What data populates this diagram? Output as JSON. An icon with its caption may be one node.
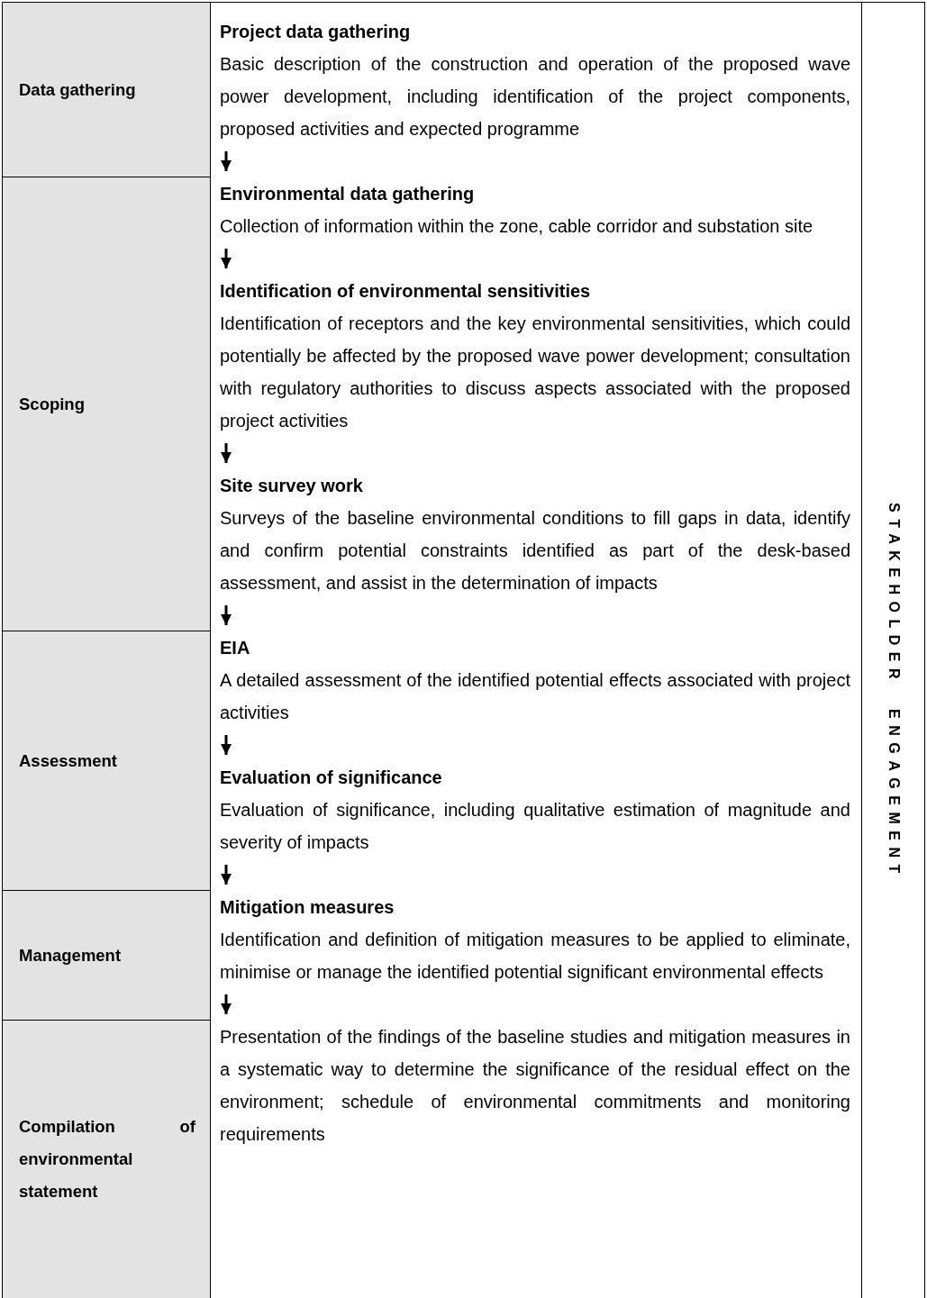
{
  "diagram": {
    "nodes": [
      {
        "text": [
          "Data gathering"
        ]
      },
      {
        "text": [
          "Project data gathering",
          "Basic description of the construction and operation of the proposed wave power development, including identification of the project components, proposed activities and expected programme"
        ]
      },
      {
        "text": [
          "Scoping"
        ]
      },
      {
        "text": [
          "Environmental data gathering",
          "Collection of information within the zone, cable corridor and substation site"
        ]
      },
      {
        "text": [
          "Identification of environmental sensitivities",
          "Identification of receptors and the key environmental sensitivities, which could potentially be affected by the proposed wave power development; consultation with regulatory authorities to discuss aspects associated with the proposed project activities"
        ]
      },
      {
        "text": [
          "Site survey work",
          "Surveys of the baseline environmental conditions to fill gaps in data, identify and confirm potential constraints identified as part of the desk-based assessment, and assist in the determination of impacts"
        ]
      },
      {
        "text": [
          "Assessment"
        ]
      },
      {
        "text": [
          "EIA",
          "A detailed assessment of the identified potential effects associated with project activities"
        ]
      },
      {
        "text": [
          "Evaluation of significance",
          "Evaluation of significance, including qualitative estimation of magnitude and severity of impacts"
        ]
      },
      {
        "text": [
          "Management"
        ]
      },
      {
        "text": [
          "Mitigation measures",
          "Identification and definition of mitigation measures to be applied to eliminate, minimise or manage the identified potential significant environmental effects"
        ]
      },
      {
        "text": [
          "Compilation of environmental statement"
        ]
      },
      {
        "text": [
          "Presentation of the findings of the baseline studies and mitigation measures in a systematic way to determine the significance of the residual effect on the environment; schedule of environmental commitments and monitoring requirements"
        ]
      },
      {
        "text": [
          "STAKEHOLDER ENGAGEMENT"
        ]
      }
    ],
    "edges": [
      {
        "from": 1,
        "to": 3,
        "arrow": "to"
      },
      {
        "from": 3,
        "to": 4,
        "arrow": "to"
      },
      {
        "from": 4,
        "to": 5,
        "arrow": "to"
      },
      {
        "from": 5,
        "to": 7,
        "arrow": "to"
      },
      {
        "from": 7,
        "to": 8,
        "arrow": "to"
      },
      {
        "from": 8,
        "to": 10,
        "arrow": "to"
      },
      {
        "from": 10,
        "to": 12,
        "arrow": "to"
      }
    ]
  }
}
